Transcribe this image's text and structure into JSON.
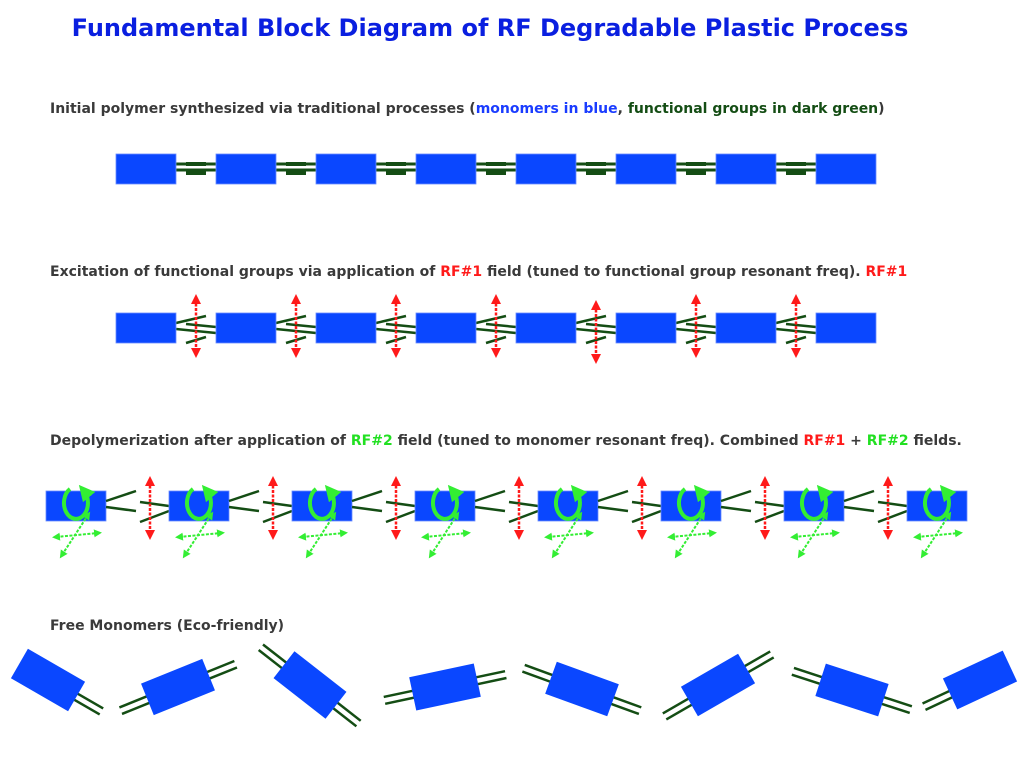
{
  "title": "Fundamental Block Diagram of RF Degradable Plastic Process",
  "colors": {
    "monomer": "#0a47ff",
    "functional_group": "#144d14",
    "rf1": "#ff1a1a",
    "rf2": "#33ee33",
    "title": "#0a1fe0",
    "caption": "#3a3a3a"
  },
  "stages": [
    {
      "id": "initial",
      "caption_parts": [
        {
          "text": "Initial polymer synthesized via traditional processes (",
          "style": "plain"
        },
        {
          "text": "monomers in blue",
          "style": "blue"
        },
        {
          "text": ", ",
          "style": "plain"
        },
        {
          "text": "functional groups in dark green",
          "style": "dgreen"
        },
        {
          "text": ")",
          "style": "plain"
        }
      ],
      "monomer_count": 8
    },
    {
      "id": "excitation",
      "caption_parts": [
        {
          "text": "Excitation of functional groups via application of ",
          "style": "plain"
        },
        {
          "text": "RF#1",
          "style": "red"
        },
        {
          "text": " field (tuned to functional group resonant freq). ",
          "style": "plain"
        },
        {
          "text": "RF#1",
          "style": "red"
        }
      ],
      "monomer_count": 8
    },
    {
      "id": "depolymerization",
      "caption_parts": [
        {
          "text": "Depolymerization after application of ",
          "style": "plain"
        },
        {
          "text": "RF#2",
          "style": "green"
        },
        {
          "text": " field (tuned to monomer resonant freq). Combined ",
          "style": "plain"
        },
        {
          "text": "RF#1",
          "style": "red"
        },
        {
          "text": " + ",
          "style": "plain"
        },
        {
          "text": "RF#2",
          "style": "green"
        },
        {
          "text": " fields.",
          "style": "plain"
        }
      ],
      "monomer_count": 8
    },
    {
      "id": "free",
      "caption_parts": [
        {
          "text": "Free Monomers (Eco-friendly)",
          "style": "plain"
        }
      ],
      "monomer_count": 8
    }
  ]
}
